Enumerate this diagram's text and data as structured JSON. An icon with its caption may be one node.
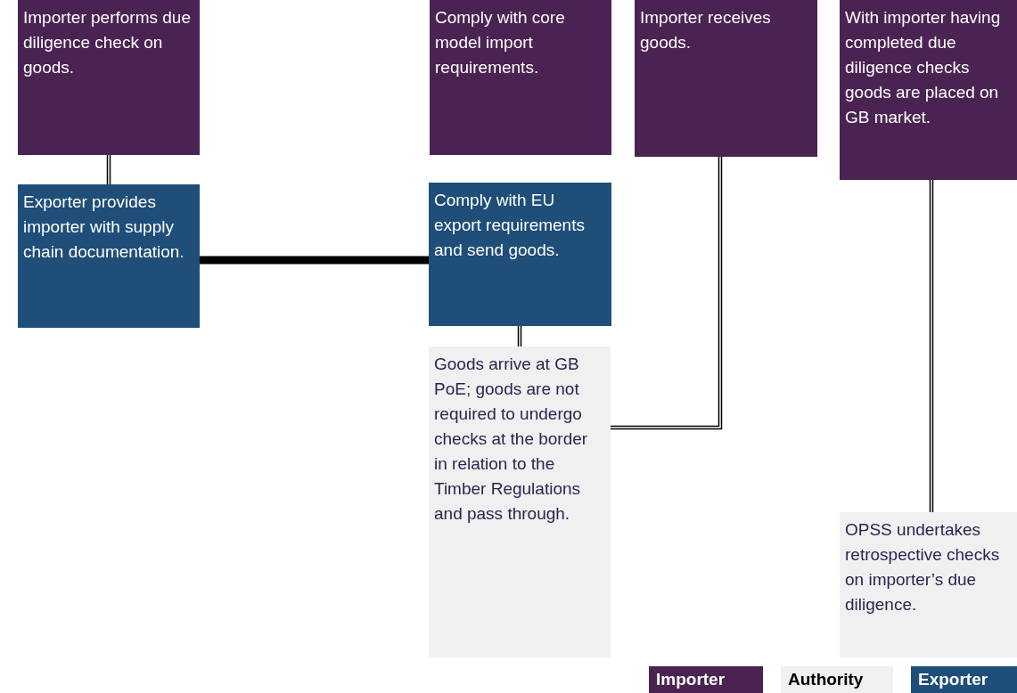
{
  "diagram": {
    "nodes": [
      {
        "text": [
          "Importer performs due diligence check on goods."
        ]
      },
      {
        "text": [
          "Comply with core model import requirements."
        ]
      },
      {
        "text": [
          "Importer receives goods."
        ]
      },
      {
        "text": [
          "With importer having completed due diligence checks goods are placed on GB market."
        ]
      },
      {
        "text": [
          "Exporter provides importer with supply chain documentation."
        ]
      },
      {
        "text": [
          "Comply with EU export requirements and send goods."
        ]
      },
      {
        "text": [
          "Goods arrive at GB PoE; goods are not required to undergo checks at the border in relation to the Timber Regulations and pass through."
        ]
      },
      {
        "text": [
          "OPSS undertakes retrospective checks on importer’s due diligence."
        ]
      }
    ],
    "edges": [
      {
        "from": 0,
        "to": 4,
        "arrow": "none"
      },
      {
        "from": 4,
        "to": 5,
        "arrow": "none",
        "style": "thick"
      },
      {
        "from": 5,
        "to": 6,
        "arrow": "none"
      },
      {
        "from": 6,
        "to": 2,
        "arrow": "none"
      },
      {
        "from": 3,
        "to": 7,
        "arrow": "none"
      }
    ],
    "legend": [
      {
        "text": "Importer",
        "color": "#4a2353"
      },
      {
        "text": "Authority",
        "color": "#f0f0f0"
      },
      {
        "text": "Exporter",
        "color": "#1f4e79"
      }
    ]
  }
}
